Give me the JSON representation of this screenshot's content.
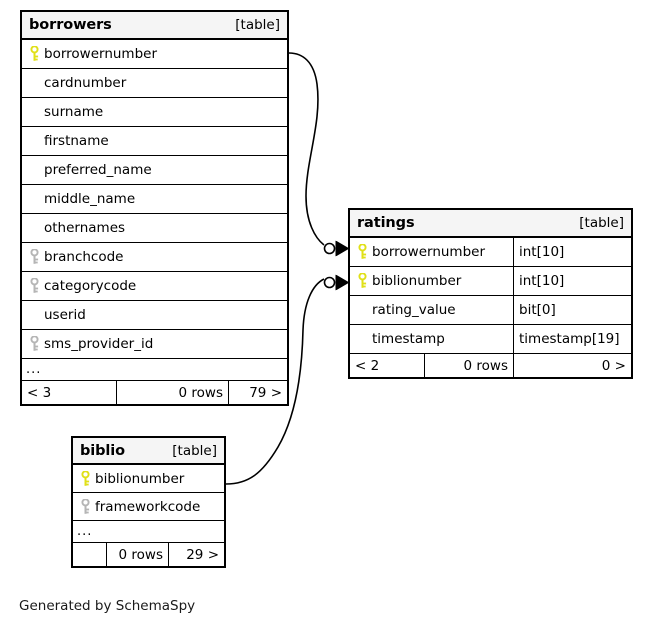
{
  "diagram": {
    "type": "entity-relationship-diagram",
    "generator_caption": "Generated by SchemaSpy",
    "table_tag": "[table]",
    "ellipsis": "...",
    "rows_label": "0 rows",
    "colors": {
      "primary_key": "#e8e81c",
      "foreign_key": "#b0b0b0",
      "header_bg": "#f5f5f5",
      "border": "#000000",
      "background": "#ffffff"
    }
  },
  "tables": {
    "borrowers": {
      "name": "borrowers",
      "tag": "[table]",
      "columns": [
        {
          "name": "borrowernumber",
          "key": "primary"
        },
        {
          "name": "cardnumber",
          "key": "none"
        },
        {
          "name": "surname",
          "key": "none"
        },
        {
          "name": "firstname",
          "key": "none"
        },
        {
          "name": "preferred_name",
          "key": "none"
        },
        {
          "name": "middle_name",
          "key": "none"
        },
        {
          "name": "othernames",
          "key": "none"
        },
        {
          "name": "branchcode",
          "key": "foreign"
        },
        {
          "name": "categorycode",
          "key": "foreign"
        },
        {
          "name": "userid",
          "key": "none"
        },
        {
          "name": "sms_provider_id",
          "key": "foreign"
        }
      ],
      "more_indicator": "...",
      "footer": {
        "left": "< 3",
        "middle": "0 rows",
        "right": "79 >"
      }
    },
    "ratings": {
      "name": "ratings",
      "tag": "[table]",
      "columns": [
        {
          "name": "borrowernumber",
          "type": "int[10]",
          "key": "primary"
        },
        {
          "name": "biblionumber",
          "type": "int[10]",
          "key": "primary"
        },
        {
          "name": "rating_value",
          "type": "bit[0]",
          "key": "none"
        },
        {
          "name": "timestamp",
          "type": "timestamp[19]",
          "key": "none"
        }
      ],
      "footer": {
        "left": "< 2",
        "middle": "0 rows",
        "right": "0 >"
      }
    },
    "biblio": {
      "name": "biblio",
      "tag": "[table]",
      "columns": [
        {
          "name": "biblionumber",
          "key": "primary"
        },
        {
          "name": "frameworkcode",
          "key": "foreign"
        }
      ],
      "more_indicator": "...",
      "footer": {
        "left": "",
        "middle": "0 rows",
        "right": "29 >"
      }
    }
  },
  "relationships": [
    {
      "from_table": "borrowers",
      "from_column": "borrowernumber",
      "to_table": "ratings",
      "to_column": "borrowernumber",
      "from_cardinality": "one",
      "to_cardinality": "zero-or-many"
    },
    {
      "from_table": "biblio",
      "from_column": "biblionumber",
      "to_table": "ratings",
      "to_column": "biblionumber",
      "from_cardinality": "one",
      "to_cardinality": "zero-or-many"
    }
  ]
}
